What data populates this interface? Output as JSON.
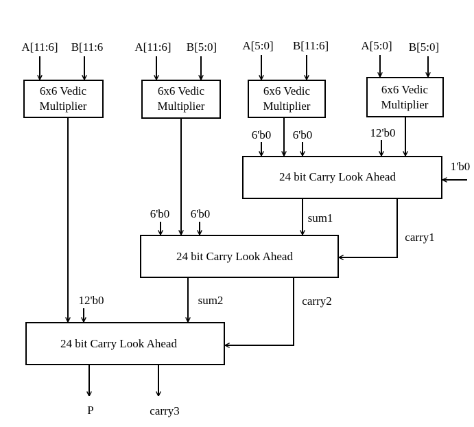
{
  "multipliers": [
    {
      "a": "A[11:6]",
      "b": "B[11:6",
      "line1": "6x6 Vedic",
      "line2": "Multiplier"
    },
    {
      "a": "A[11:6]",
      "b": "B[5:0]",
      "line1": "6x6 Vedic",
      "line2": "Multiplier"
    },
    {
      "a": "A[5:0]",
      "b": "B[11:6]",
      "line1": "6x6 Vedic",
      "line2": "Multiplier"
    },
    {
      "a": "A[5:0]",
      "b": "B[5:0]",
      "line1": "6x6 Vedic",
      "line2": "Multiplier"
    }
  ],
  "adders": [
    {
      "label": "24 bit Carry Look Ahead"
    },
    {
      "label": "24 bit Carry Look Ahead"
    },
    {
      "label": "24  bit Carry Look Ahead"
    }
  ],
  "constants": {
    "top_pad_a": "6'b0",
    "top_pad_b": "6'b0",
    "top_pad_c": "12'b0",
    "carry_in": "1'b0",
    "mid_pad_a": "6'b0",
    "mid_pad_b": "6'b0",
    "bottom_pad": "12'b0"
  },
  "signals": {
    "sum1": "sum1",
    "carry1": "carry1",
    "sum2": "sum2",
    "carry2": "carry2",
    "product": "P",
    "carry3": "carry3"
  }
}
